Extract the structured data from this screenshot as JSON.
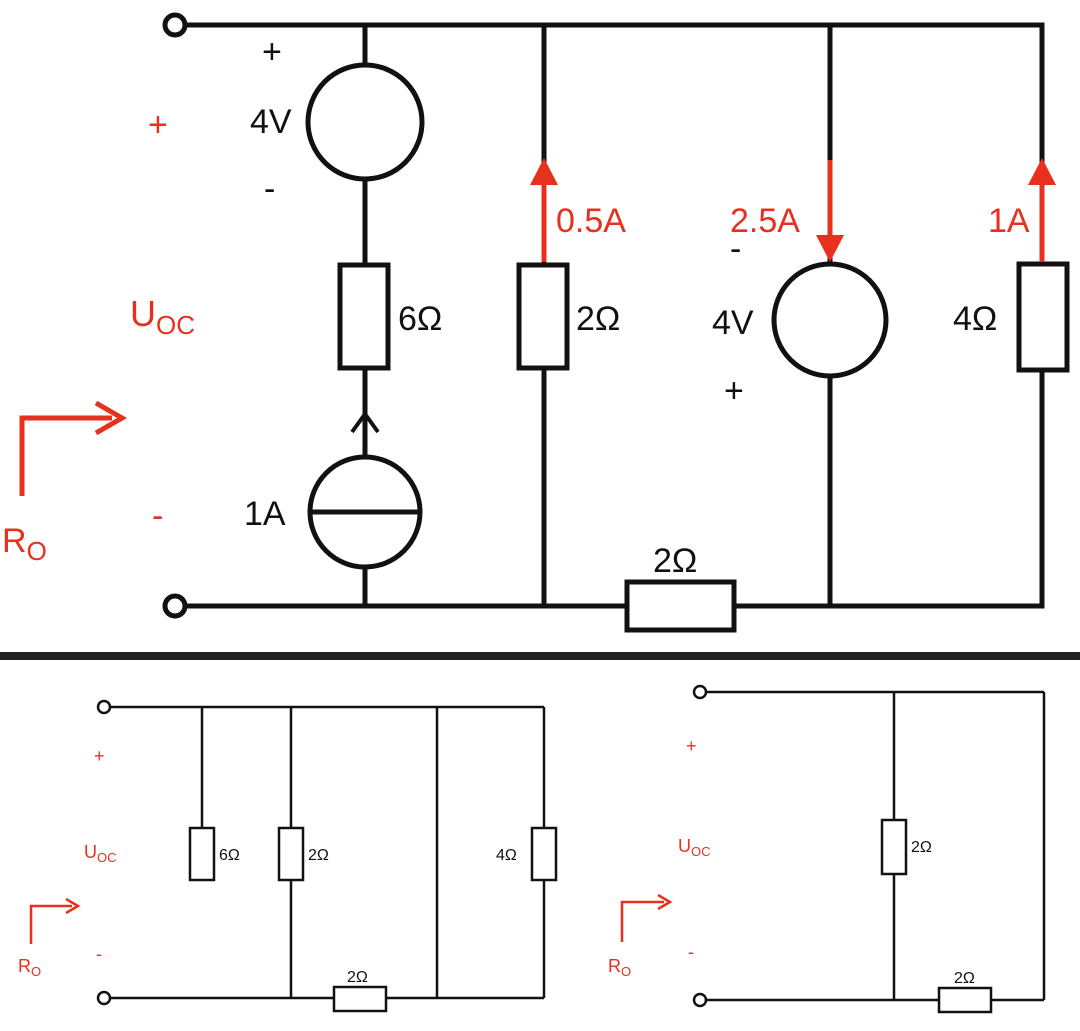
{
  "colors": {
    "wire": "#111111",
    "accent": "#e8301e",
    "divider": "#222222"
  },
  "top": {
    "polarity_plus": "+",
    "polarity_minus": "-",
    "uoc_main": "U",
    "uoc_sub": "OC",
    "ro_main": "R",
    "ro_sub": "O",
    "v1_label": "4V",
    "v1_plus": "+",
    "v1_minus": "-",
    "r6_label": "6Ω",
    "i1_label": "1A",
    "r2a_label": "2Ω",
    "cur_05_label": "0.5A",
    "v2_label": "4V",
    "v2_minus": "-",
    "v2_plus": "+",
    "cur_25_label": "2.5A",
    "cur_1_label": "1A",
    "r4_label": "4Ω",
    "r2b_label": "2Ω"
  },
  "bottom_left": {
    "polarity_plus": "+",
    "polarity_minus": "-",
    "uoc_main": "U",
    "uoc_sub": "OC",
    "ro_main": "R",
    "ro_sub": "O",
    "r6_label": "6Ω",
    "r2a_label": "2Ω",
    "r4_label": "4Ω",
    "r2b_label": "2Ω"
  },
  "bottom_right": {
    "polarity_plus": "+",
    "polarity_minus": "-",
    "uoc_main": "U",
    "uoc_sub": "OC",
    "ro_main": "R",
    "ro_sub": "O",
    "r2a_label": "2Ω",
    "r2b_label": "2Ω"
  }
}
